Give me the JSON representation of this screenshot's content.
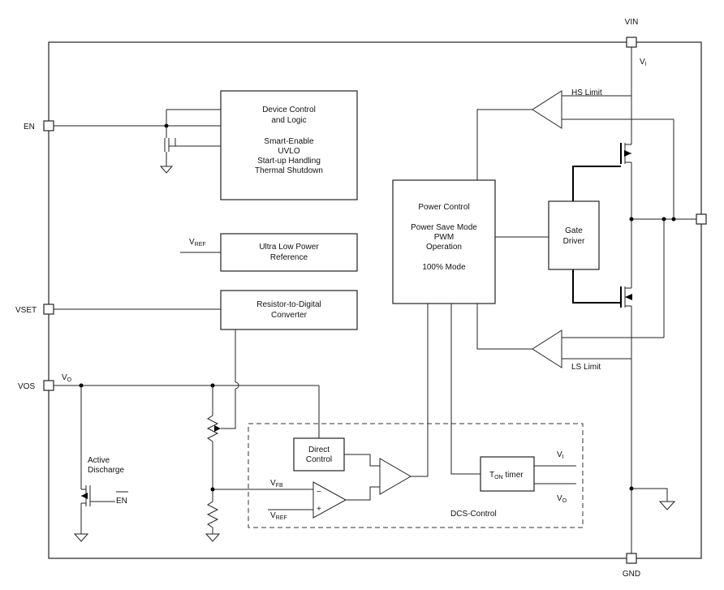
{
  "pins": {
    "vin": "VIN",
    "gnd": "GND",
    "en": "EN",
    "vset": "VSET",
    "vos": "VOS"
  },
  "blocks": {
    "device_control": [
      "Device Control",
      "and Logic",
      "",
      "Smart-Enable",
      "UVLO",
      "Start-up Handling",
      "Thermal Shutdown"
    ],
    "reference": [
      "Ultra Low Power",
      "Reference"
    ],
    "r2d": [
      "Resistor-to-Digital",
      "Converter"
    ],
    "power_control": [
      "Power Control",
      "",
      "Power Save Mode",
      "PWM",
      "Operation",
      "",
      "100% Mode"
    ],
    "gate_driver": [
      "Gate",
      "Driver"
    ],
    "direct_control": [
      "Direct",
      "Control"
    ],
    "ton_timer": {
      "main": "T",
      "sub": "ON",
      "rest": " timer"
    }
  },
  "labels": {
    "vi": {
      "main": "V",
      "sub": "I"
    },
    "hs_limit": "HS Limit",
    "ls_limit": "LS Limit",
    "vref_top": {
      "main": "V",
      "sub": "REF"
    },
    "vref_bot": {
      "main": "V",
      "sub": "REF"
    },
    "vfb": {
      "main": "V",
      "sub": "FB"
    },
    "vo_vos": {
      "main": "V",
      "sub": "O"
    },
    "vo_timer": {
      "main": "V",
      "sub": "O"
    },
    "vi_timer": {
      "main": "V",
      "sub": "I"
    },
    "active_discharge": [
      "Active",
      "Discharge"
    ],
    "en_bar": "EN",
    "dcs_control": "DCS-Control",
    "minus": "−",
    "plus": "+"
  }
}
